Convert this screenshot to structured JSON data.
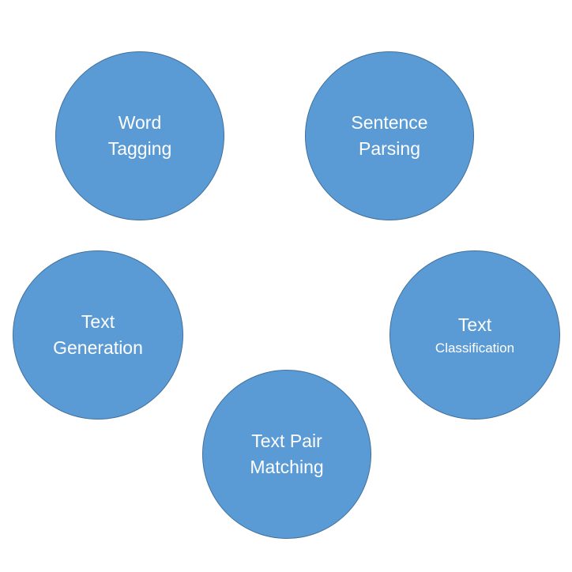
{
  "colors": {
    "circle_fill": "#5b9bd5",
    "circle_border": "#41719c",
    "text": "#ffffff",
    "background": "#ffffff"
  },
  "nodes": [
    {
      "lines": [
        "Word",
        "Tagging"
      ]
    },
    {
      "lines": [
        "Sentence",
        "Parsing"
      ]
    },
    {
      "lines": [
        "Text",
        "Generation"
      ]
    },
    {
      "lines": [
        "Text",
        "Classification"
      ]
    },
    {
      "lines": [
        "Text Pair",
        "Matching"
      ]
    }
  ]
}
